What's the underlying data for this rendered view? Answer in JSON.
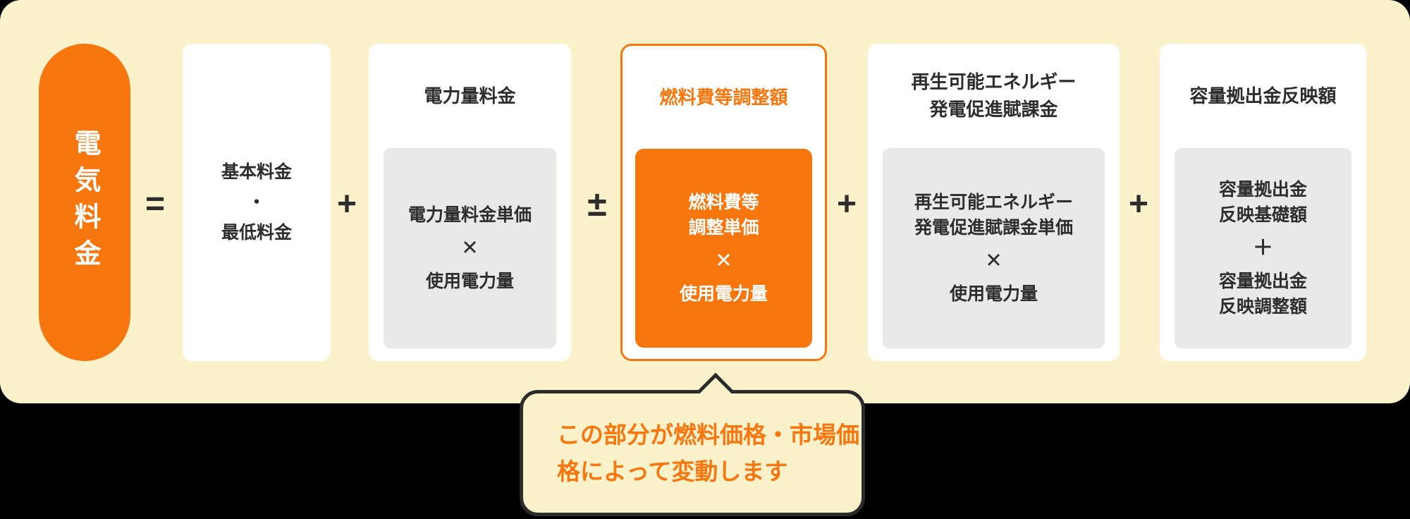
{
  "palette": {
    "panel_cream": "#FBF2CC",
    "accent_orange": "#F7770E",
    "dark_text": "#2D2D2D",
    "gray_box": "#E9E9E8",
    "white_box": "#FFFFFF",
    "callout_border": "#2B2B2B",
    "page_background": "#000000"
  },
  "formula": {
    "total": {
      "label": "電気料金"
    },
    "operators": [
      "=",
      "+",
      "±",
      "+",
      "+"
    ],
    "terms": [
      {
        "name": "basic-minimum-charge",
        "lines": [
          "基本料金",
          "・",
          "最低料金"
        ]
      },
      {
        "name": "energy-charge",
        "title": "電力量料金",
        "unit": "電力量料金単価",
        "times": "✕",
        "usage": "使用電力量"
      },
      {
        "name": "fuel-cost-adjustment",
        "title": "燃料費等調整額",
        "unit_lines": [
          "燃料費等",
          "調整単価"
        ],
        "times": "✕",
        "usage": "使用電力量",
        "highlighted": true
      },
      {
        "name": "renewable-energy-levy",
        "title_lines": [
          "再生可能エネルギー",
          "発電促進賦課金"
        ],
        "unit_lines": [
          "再生可能エネルギー",
          "発電促進賦課金単価"
        ],
        "times": "✕",
        "usage": "使用電力量"
      },
      {
        "name": "capacity-contribution",
        "title": "容量拠出金反映額",
        "base_lines": [
          "容量拠出金",
          "反映基礎額"
        ],
        "plus": "＋",
        "adjust_lines": [
          "容量拠出金",
          "反映調整額"
        ]
      }
    ]
  },
  "callout": {
    "lines": [
      "この部分が燃料価格・市場価",
      "格によって変動します"
    ]
  }
}
